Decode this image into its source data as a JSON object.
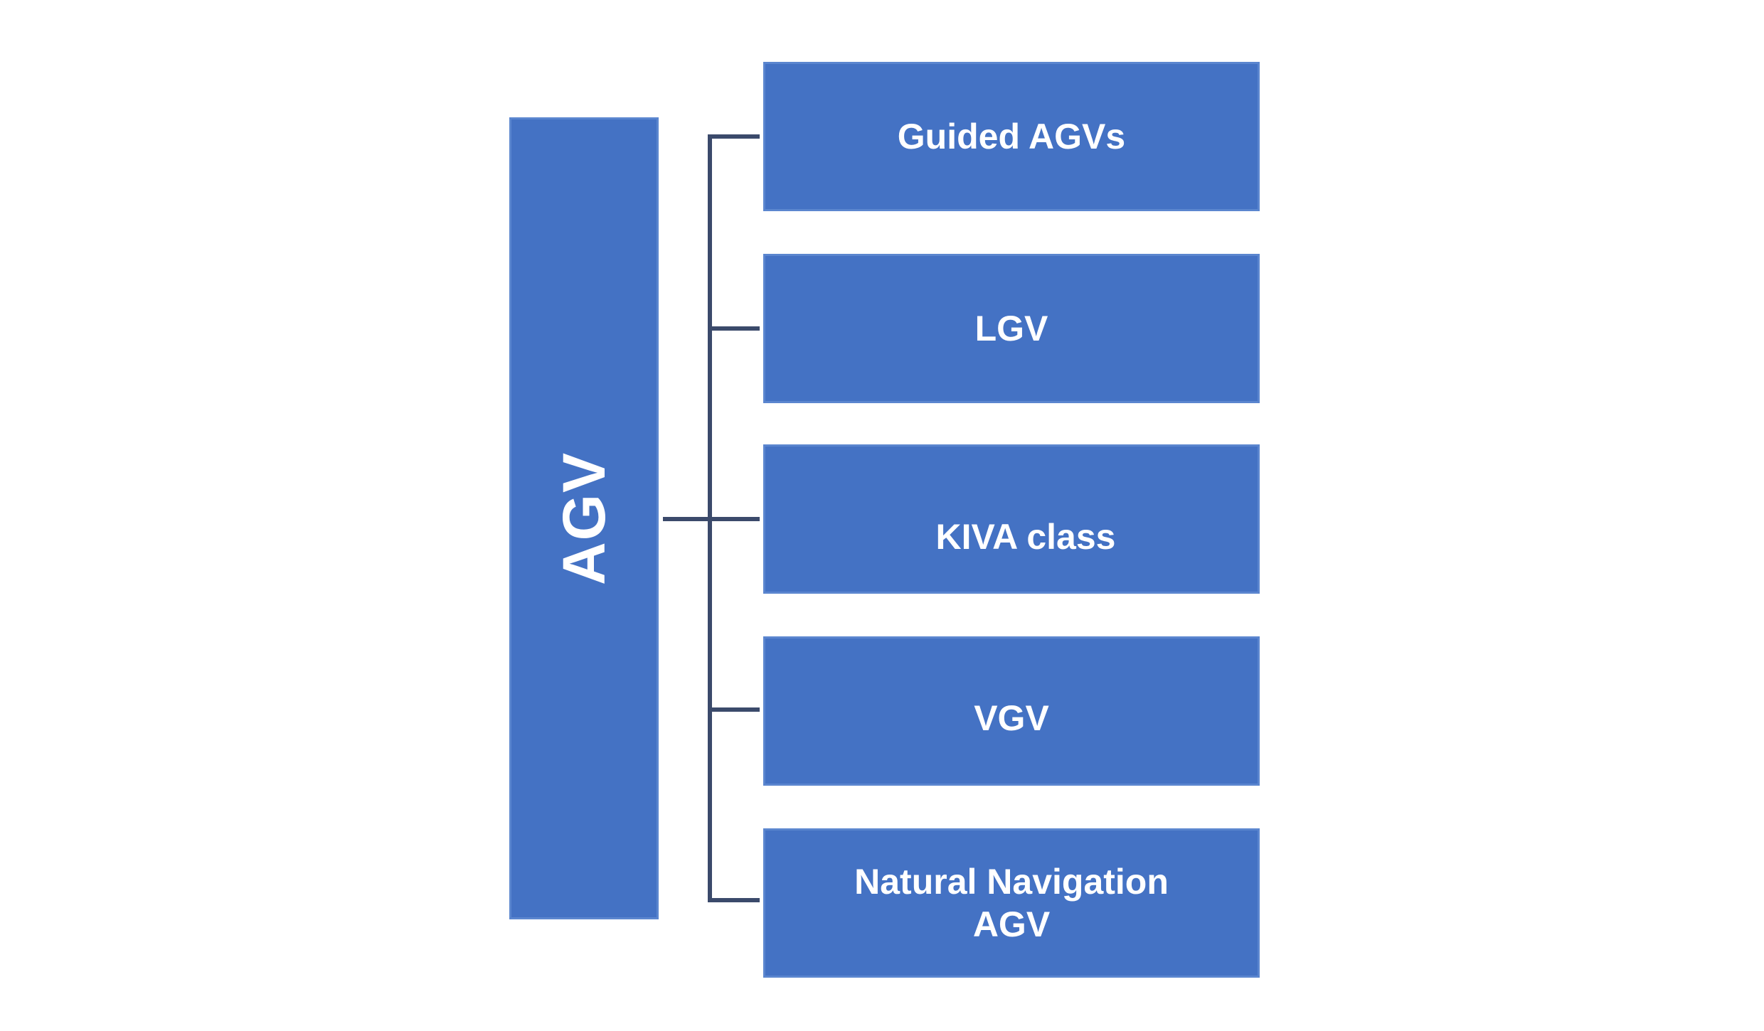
{
  "diagram": {
    "root": {
      "label": "AGV"
    },
    "children": [
      {
        "label": "Guided AGVs"
      },
      {
        "label": "LGV"
      },
      {
        "label": "KIVA class"
      },
      {
        "label": "VGV"
      },
      {
        "label": "Natural Navigation AGV"
      }
    ],
    "colors": {
      "box_fill": "#4472c4",
      "box_border": "#5b86cf",
      "text": "#ffffff",
      "connector": "#3b4a6b",
      "background": "#ffffff"
    }
  }
}
